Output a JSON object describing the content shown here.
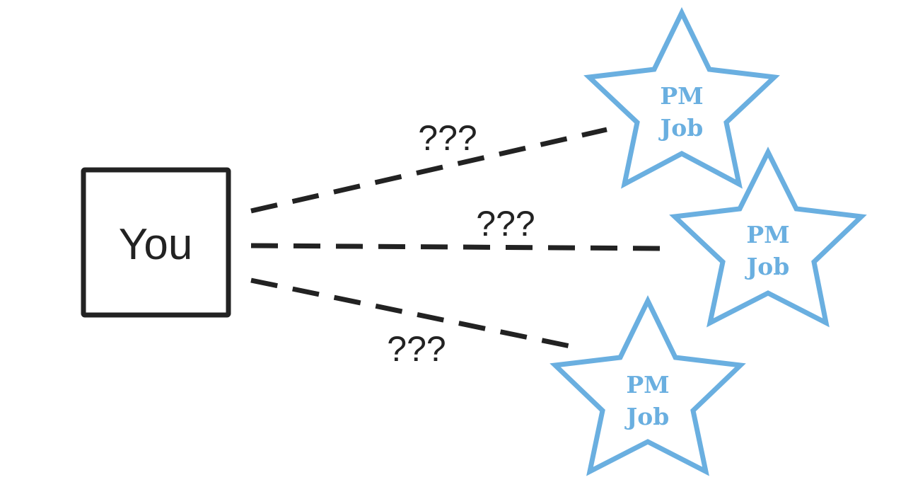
{
  "you_box": {
    "label": "You"
  },
  "connections": [
    {
      "label": "???"
    },
    {
      "label": "???"
    },
    {
      "label": "???"
    }
  ],
  "jobs": [
    {
      "line1": "PM",
      "line2": "Job"
    },
    {
      "line1": "PM",
      "line2": "Job"
    },
    {
      "line1": "PM",
      "line2": "Job"
    }
  ],
  "colors": {
    "ink": "#222222",
    "star": "#6aafe0"
  }
}
